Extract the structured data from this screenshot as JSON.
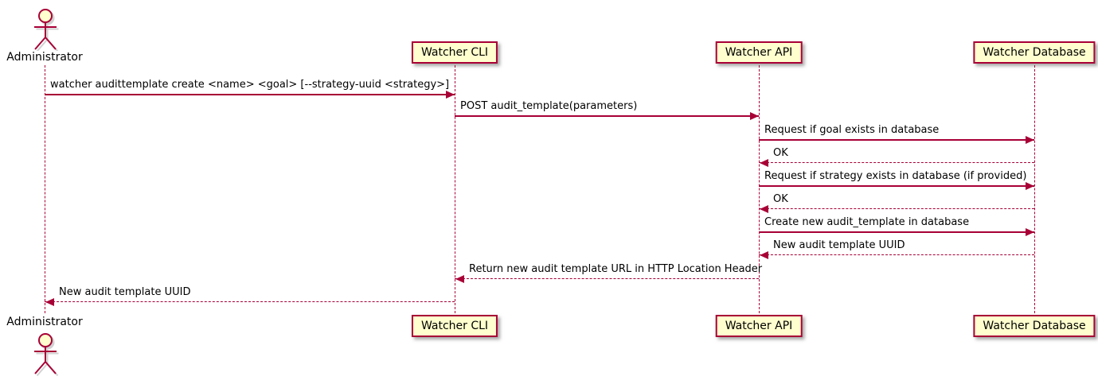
{
  "diagram": {
    "type": "sequence",
    "colors": {
      "line": "#A80036",
      "participant_fill": "#FEFECE",
      "text": "#000000",
      "background": "#FFFFFF"
    },
    "actor": {
      "id": "admin",
      "label": "Administrator"
    },
    "participants": [
      {
        "id": "cli",
        "label": "Watcher CLI"
      },
      {
        "id": "api",
        "label": "Watcher API"
      },
      {
        "id": "db",
        "label": "Watcher Database"
      }
    ],
    "messages": [
      {
        "from": "admin",
        "to": "cli",
        "label": "watcher audittemplate create <name> <goal> [--strategy-uuid <strategy>]",
        "line": "solid"
      },
      {
        "from": "cli",
        "to": "api",
        "label": "POST audit_template(parameters)",
        "line": "solid"
      },
      {
        "from": "api",
        "to": "db",
        "label": "Request if goal exists in database",
        "line": "solid"
      },
      {
        "from": "db",
        "to": "api",
        "label": "OK",
        "line": "dashed"
      },
      {
        "from": "api",
        "to": "db",
        "label": "Request if strategy exists in database (if provided)",
        "line": "solid"
      },
      {
        "from": "db",
        "to": "api",
        "label": "OK",
        "line": "dashed"
      },
      {
        "from": "api",
        "to": "db",
        "label": "Create new audit_template in database",
        "line": "solid"
      },
      {
        "from": "db",
        "to": "api",
        "label": "New audit template UUID",
        "line": "dashed"
      },
      {
        "from": "api",
        "to": "cli",
        "label": "Return new audit template URL in HTTP Location Header",
        "line": "dashed"
      },
      {
        "from": "cli",
        "to": "admin",
        "label": "New audit template UUID",
        "line": "dashed"
      }
    ]
  }
}
